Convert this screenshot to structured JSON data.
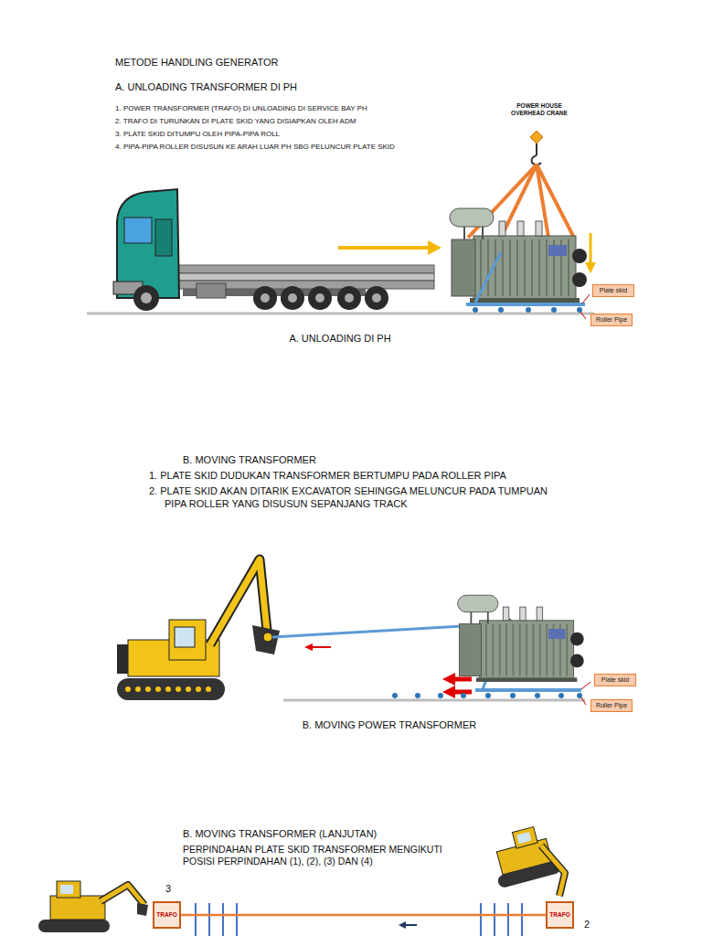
{
  "diagram": {
    "title": "METODE HANDLING GENERATOR",
    "nodes": [
      {
        "text": [
          "Plate skid"
        ]
      },
      {
        "text": [
          "Roller Pipe"
        ]
      },
      {
        "text": [
          "Plate skid"
        ]
      },
      {
        "text": [
          "Roller Pipe"
        ]
      },
      {
        "text": [
          "TRAFO"
        ]
      },
      {
        "text": [
          "TRAFO"
        ]
      }
    ],
    "edges": [
      {
        "from": 5,
        "to": 4,
        "arrow": "none"
      }
    ],
    "labels": [
      "A. UNLOADING TRANSFORMER DI PH",
      "1. POWER TRANSFORMER (TRAFO) DI UNLOADING DI SERVICE BAY PH",
      "2. TRAFO DI TURUNKAN DI PLATE SKID YANG DISIAPKAN OLEH ADM",
      "3. PLATE SKID DITUMPU OLEH PIPA-PIPA ROLL",
      "4. PIPA-PIPA ROLLER DISUSUN KE ARAH LUAR PH SBG PELUNCUR PLATE SKID",
      "POWER HOUSE OVERHEAD CRANE",
      "A. UNLOADING DI PH",
      "B. MOVING TRANSFORMER",
      "1. PLATE SKID DUDUKAN TRANSFORMER BERTUMPU PADA ROLLER PIPA",
      "2. PLATE SKID AKAN DITARIK EXCAVATOR SEHINGGA MELUNCUR PADA TUMPUAN PIPA ROLLER YANG DISUSUN SEPANJANG TRACK",
      "B. MOVING POWER TRANSFORMER",
      "B. MOVING TRANSFORMER (LANJUTAN)",
      "PERPINDAHAN PLATE SKID TRANSFORMER MENGIKUTI POSISI PERPINDAHAN (1), (2), (3) DAN (4)",
      "3",
      "2"
    ]
  }
}
